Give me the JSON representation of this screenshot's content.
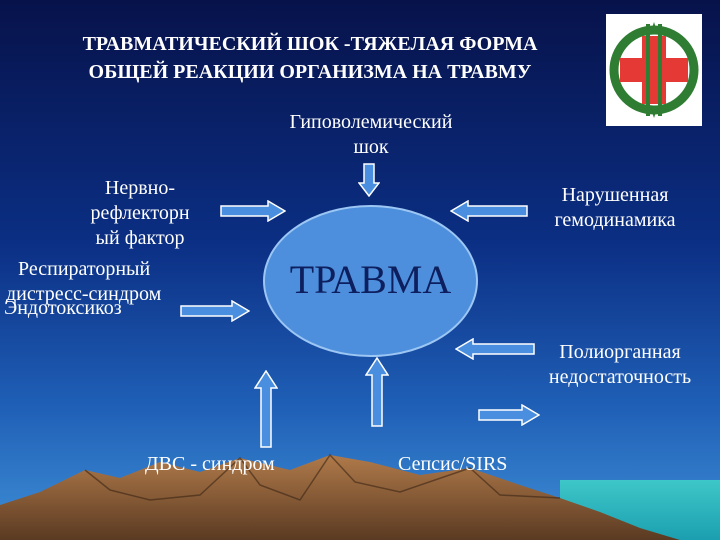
{
  "slide": {
    "title_line1": "ТРАВМАТИЧЕСКИЙ ШОК -ТЯЖЕЛАЯ ФОРМА",
    "title_line2": "ОБЩЕЙ РЕАКЦИИ ОРГАНИЗМА НА ТРАВМУ",
    "center_label": "ТРАВМА",
    "factors": {
      "hypovolemic_1": "Гиповолемический",
      "hypovolemic_2": "шок",
      "nervous_1": "Нервно-",
      "nervous_2": "рефлекторн",
      "nervous_3": "ый фактор",
      "hemodynamics_1": "Нарушенная",
      "hemodynamics_2": "гемодинамика",
      "respiratory_1": "Респираторный",
      "respiratory_2": "дистресс-синдром",
      "endotoxicosis": "Эндотоксикоз",
      "multiorgan_1": "Полиорганная",
      "multiorgan_2": "недостаточность",
      "dic": "ДВС - синдром",
      "sepsis": "Сепсис/SIRS"
    }
  },
  "colors": {
    "text": "#ffffff",
    "center_text": "#0d1f5e",
    "ellipse_fill": "#4d8fdc",
    "arrow_fill": "#4a8ee0",
    "logo_red": "#e53935",
    "logo_green": "#2e7d32"
  },
  "icons": {
    "logo": "medical-emblem-icon",
    "arrow": "block-arrow-icon"
  }
}
